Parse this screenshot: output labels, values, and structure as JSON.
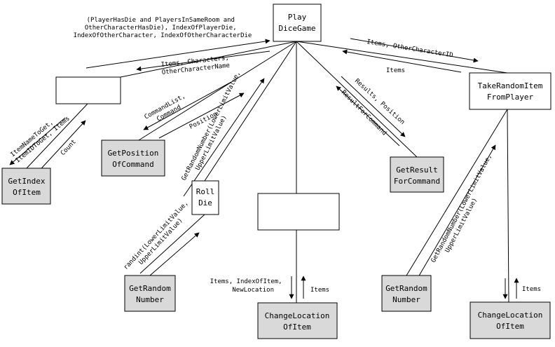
{
  "diagram": {
    "boxes": {
      "play": [
        "Play",
        "DiceGame"
      ],
      "blank_left": [],
      "get_index": [
        "GetIndex",
        "OfItem"
      ],
      "get_position": [
        "GetPosition",
        "OfCommand"
      ],
      "roll_die": [
        "Roll",
        "Die"
      ],
      "blank_center": [],
      "get_result": [
        "GetResult",
        "ForCommand"
      ],
      "take_random": [
        "TakeRandomItem",
        "FromPlayer"
      ],
      "get_random_left": [
        "GetRandom",
        "Number"
      ],
      "change_loc_center": [
        "ChangeLocation",
        "OfItem"
      ],
      "get_random_right": [
        "GetRandom",
        "Number"
      ],
      "change_loc_right": [
        "ChangeLocation",
        "OfItem"
      ]
    },
    "labels": {
      "top_left_up": [
        "(PlayerHasDie and PlayersInSameRoom and",
        "OtherCharacterHasDie), IndexOfPlayerDie,",
        "IndexOfOtherCharacter, IndexOfOtherCharacterDie"
      ],
      "top_left_down": [
        "Items, Characters,",
        "OtherCharacterName"
      ],
      "index_down": [
        "ItemNameToGet,",
        "ItemIDToGet, Items"
      ],
      "index_up": "Count",
      "command_list": [
        "CommandList,",
        "Command"
      ],
      "position": "Position",
      "roll_up": [
        "GetRandomNumber(LowerLimitValue,",
        "UpperLimitValue)"
      ],
      "randint": [
        "randint(LowerLimitValue,",
        "UpperLimitValue)"
      ],
      "results_position": "Results, Position",
      "result_for_command": "ResultForCommand",
      "items_other_char": "Items, OtherCharacterID",
      "items_back": "Items",
      "take_random_down": [
        "GetRandomNumber(LowerLimitValue,",
        "UpperLimitValue)"
      ],
      "center_down": [
        "Items, IndexOfItem,",
        "NewLocation"
      ],
      "center_up": "Items",
      "right_up": "Items"
    }
  }
}
